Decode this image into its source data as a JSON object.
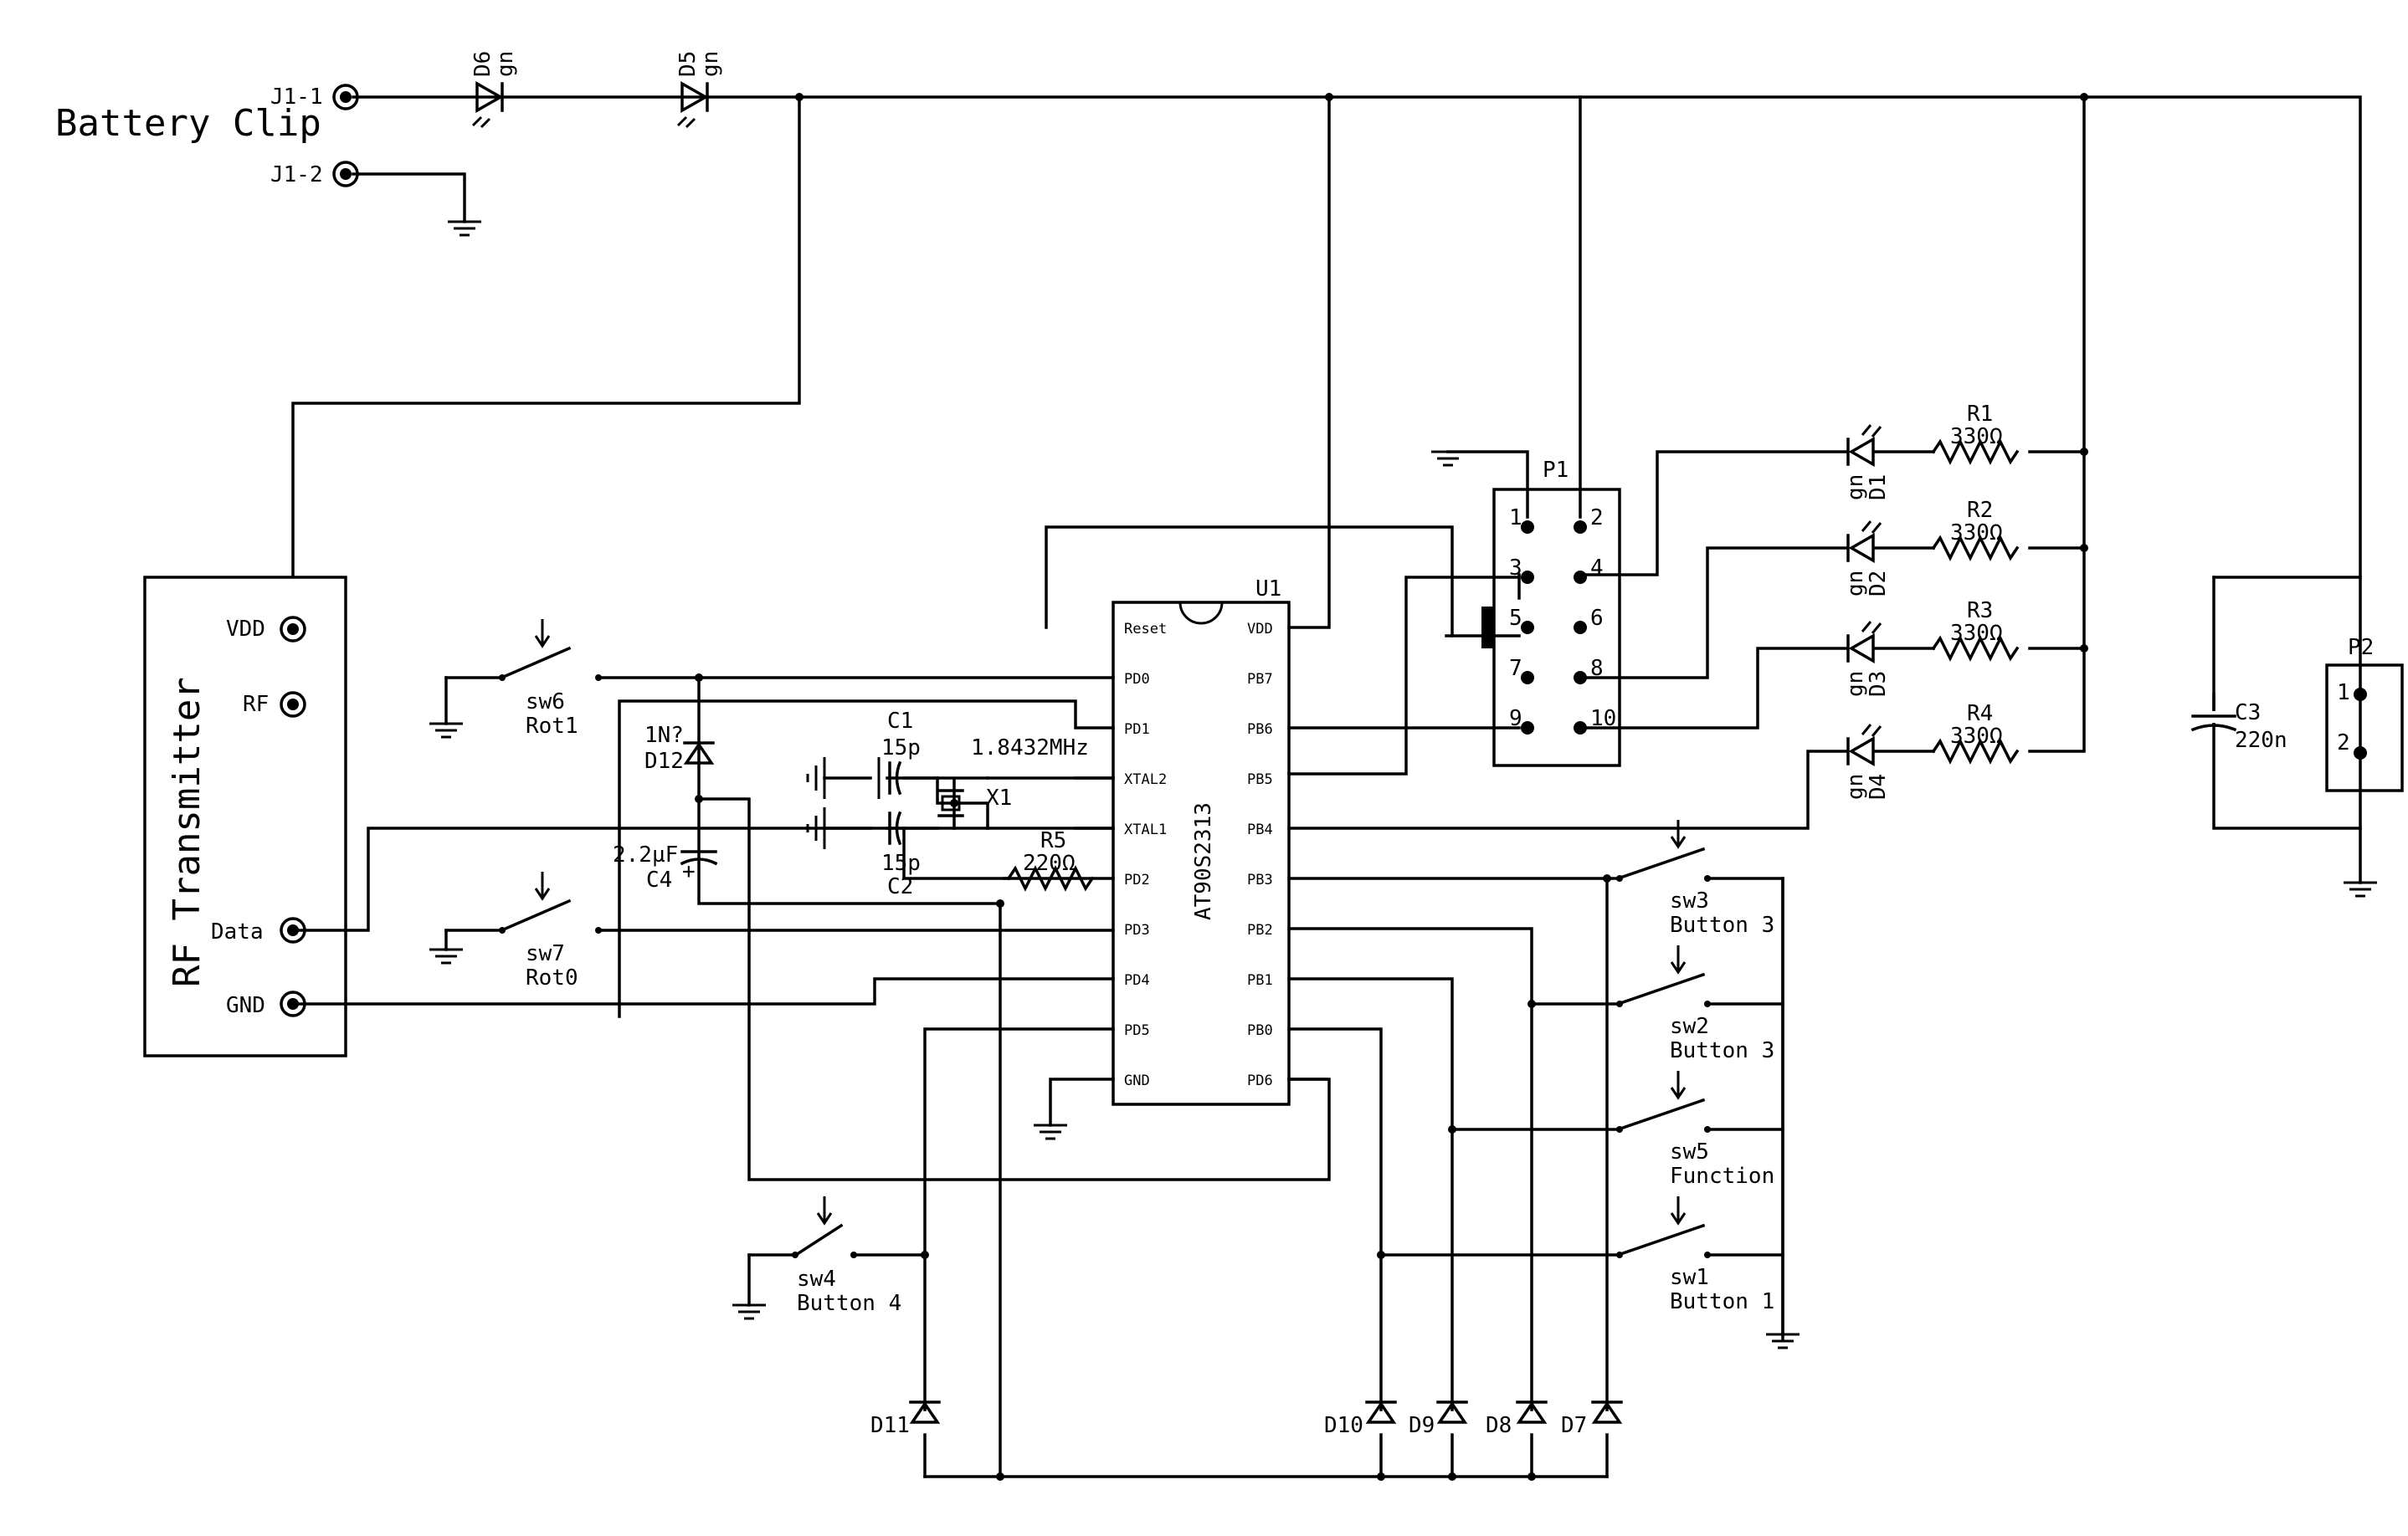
{
  "board": {
    "title": "Battery Clip",
    "j1_1": "J1-1",
    "j1_2": "J1-2"
  },
  "rf": {
    "title": "RF Transmitter",
    "pins": [
      "VDD",
      "RF",
      "Data",
      "GND"
    ]
  },
  "mcu": {
    "ref": "U1",
    "part": "AT90S2313",
    "left_pins": [
      "Reset",
      "PD0",
      "PD1",
      "XTAL2",
      "XTAL1",
      "PD2",
      "PD3",
      "PD4",
      "PD5",
      "GND"
    ],
    "right_pins": [
      "VDD",
      "PB7",
      "PB6",
      "PB5",
      "PB4",
      "PB3",
      "PB2",
      "PB1",
      "PB0",
      "PD6"
    ]
  },
  "connectors": {
    "p1": "P1",
    "p1_pins": [
      "1",
      "2",
      "3",
      "4",
      "5",
      "6",
      "7",
      "8",
      "9",
      "10"
    ],
    "p2": "P2",
    "p2_pins": [
      "1",
      "2"
    ]
  },
  "leds": [
    {
      "ref": "D1",
      "color": "gn"
    },
    {
      "ref": "D2",
      "color": "gn"
    },
    {
      "ref": "D3",
      "color": "gn"
    },
    {
      "ref": "D4",
      "color": "gn"
    },
    {
      "ref": "D5",
      "color": "gn"
    },
    {
      "ref": "D6",
      "color": "gn"
    }
  ],
  "resistors": [
    {
      "ref": "R1",
      "value": "330Ω"
    },
    {
      "ref": "R2",
      "value": "330Ω"
    },
    {
      "ref": "R3",
      "value": "330Ω"
    },
    {
      "ref": "R4",
      "value": "330Ω"
    },
    {
      "ref": "R5",
      "value": "220Ω"
    }
  ],
  "caps": [
    {
      "ref": "C1",
      "value": "15p"
    },
    {
      "ref": "C2",
      "value": "15p"
    },
    {
      "ref": "C3",
      "value": "220n"
    },
    {
      "ref": "C4",
      "value": "2.2µF"
    }
  ],
  "crystal": {
    "ref": "X1",
    "freq": "1.8432MHz"
  },
  "d12": {
    "ref": "D12",
    "part": "1N?"
  },
  "switches": [
    {
      "ref": "sw1",
      "name": "Button 1"
    },
    {
      "ref": "sw2",
      "name": "Button 3"
    },
    {
      "ref": "sw3",
      "name": "Button 3"
    },
    {
      "ref": "sw4",
      "name": "Button 4"
    },
    {
      "ref": "sw5",
      "name": "Function"
    },
    {
      "ref": "sw6",
      "name": "Rot1"
    },
    {
      "ref": "sw7",
      "name": "Rot0"
    }
  ],
  "diodes": [
    "D7",
    "D8",
    "D9",
    "D10",
    "D11"
  ]
}
